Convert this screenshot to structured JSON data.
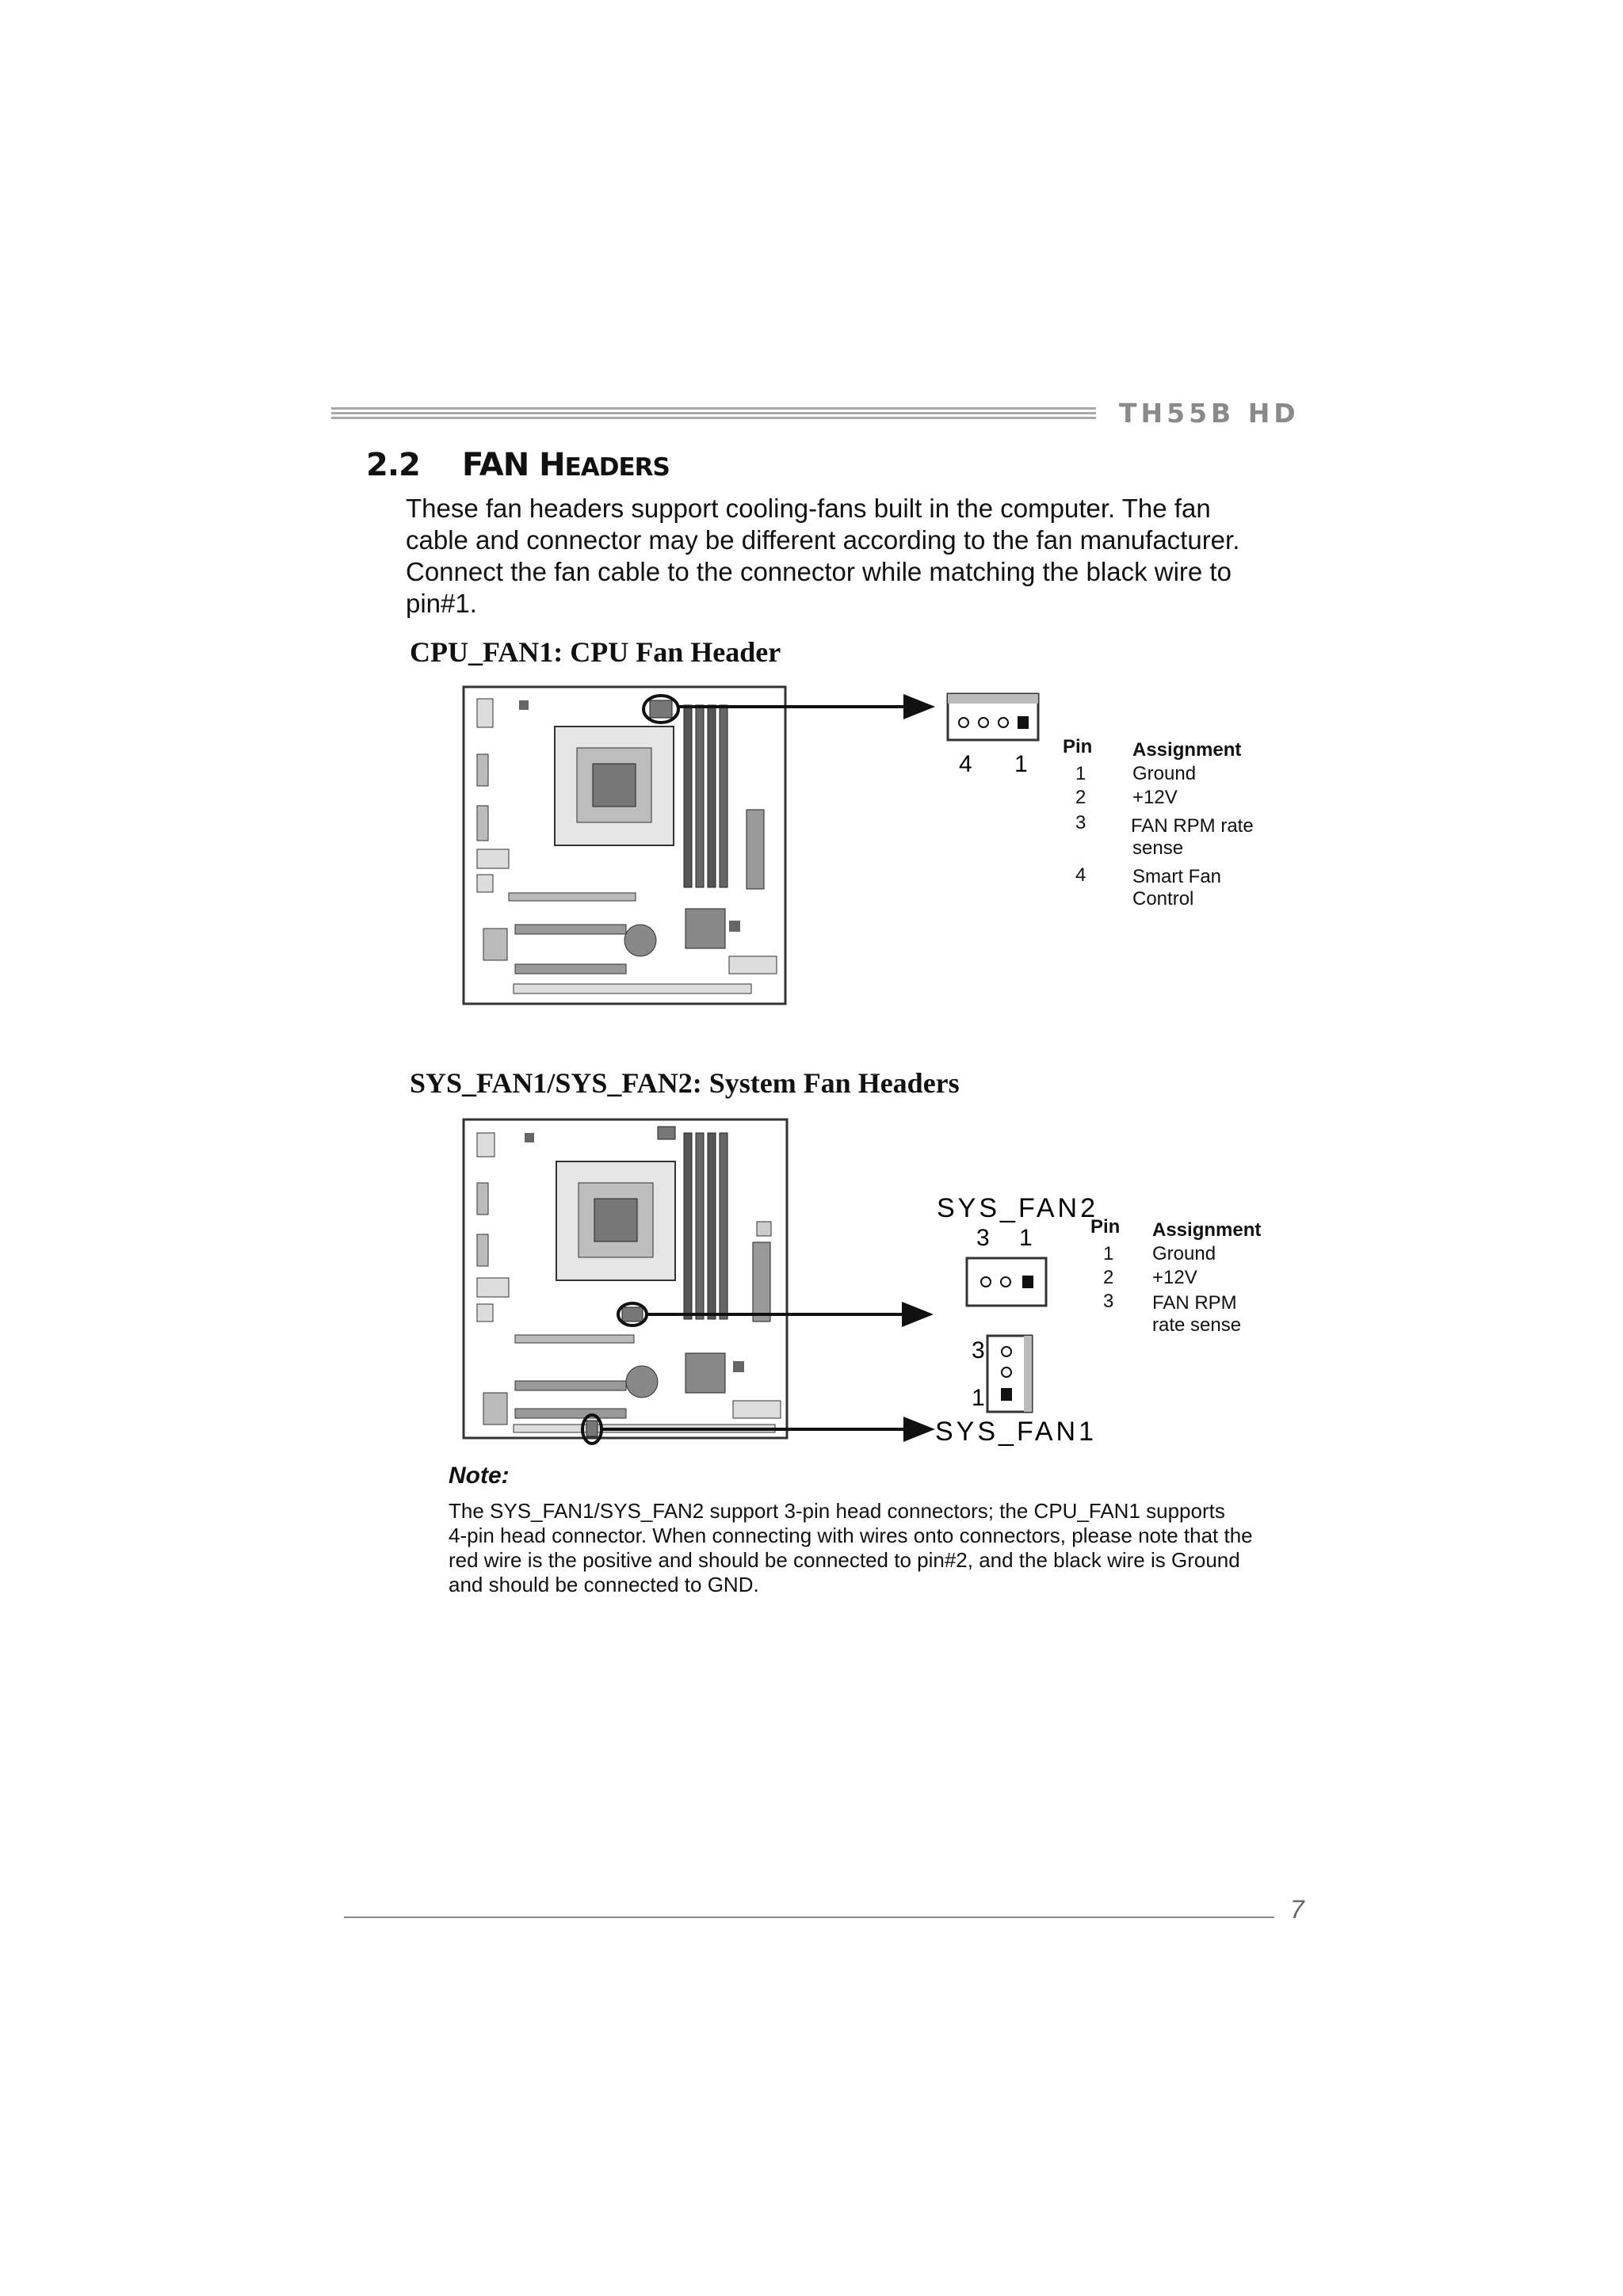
{
  "header": {
    "model": "TH55B  HD"
  },
  "section": {
    "number": "2.2",
    "title_first": "FAN ",
    "title_cap": "H",
    "title_rest": "EADERS"
  },
  "intro": [
    "These fan headers support cooling-fans built in the computer. The fan",
    "cable and connector may be different according to the fan manufacturer.",
    "Connect the fan cable to the connector while matching the black wire to",
    "pin#1."
  ],
  "cpu_fan": {
    "heading": "CPU_FAN1: CPU Fan Header",
    "label_left": "4",
    "label_right": "1",
    "col_pin": "Pin",
    "col_assign": "Assignment",
    "rows": [
      {
        "pin": "1",
        "line1": "Ground",
        "line2": ""
      },
      {
        "pin": "2",
        "line1": "+12V",
        "line2": ""
      },
      {
        "pin": "3",
        "line1": "FAN RPM rate",
        "line2": "sense"
      },
      {
        "pin": "4",
        "line1": "Smart Fan",
        "line2": "Control"
      }
    ]
  },
  "sys_fan": {
    "heading": "SYS_FAN1/SYS_FAN2: System Fan Headers",
    "fan2_label": "SYS_FAN2",
    "fan2_left": "3",
    "fan2_right": "1",
    "fan1_label": "SYS_FAN1",
    "fan1_top": "3",
    "fan1_bottom": "1",
    "col_pin": "Pin",
    "col_assign": "Assignment",
    "rows": [
      {
        "pin": "1",
        "line1": "Ground",
        "line2": ""
      },
      {
        "pin": "2",
        "line1": "+12V",
        "line2": ""
      },
      {
        "pin": "3",
        "line1": "FAN RPM",
        "line2": "rate sense"
      }
    ]
  },
  "note": {
    "title": "Note:",
    "lines": [
      "The SYS_FAN1/SYS_FAN2 support 3-pin head connectors; the CPU_FAN1 supports",
      "4-pin head connector. When connecting with wires onto connectors, please note that the",
      "red wire is the positive and should be connected to pin#2, and the black wire is Ground",
      "and should be connected to GND."
    ]
  },
  "footer": {
    "page": "7"
  }
}
